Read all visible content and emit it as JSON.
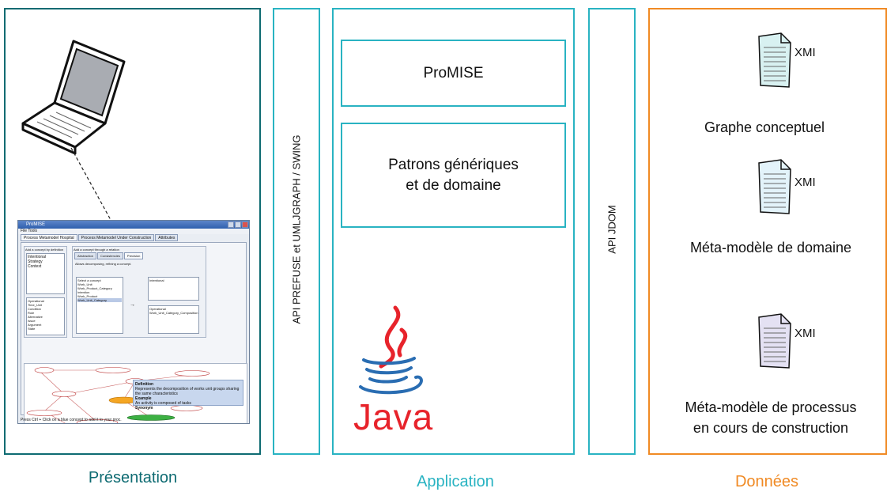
{
  "layers": {
    "presentation": {
      "caption": "Présentation",
      "laptop_icon": "laptop-icon",
      "screenshot": {
        "window_title": "ProMISE",
        "menu": "File   Tools",
        "tabs": [
          "Process Metamodel Hospital",
          "Process Metamodel Under Construction",
          "Attributes"
        ],
        "group1_title": "Add a concept by definition",
        "group1_items": [
          "Intentional",
          "Strategy",
          "Context"
        ],
        "group1_items2": [
          "Operational",
          "Time_Unit",
          "Condition",
          "Role",
          "Alternative",
          "Issue",
          "Argument",
          "State"
        ],
        "group2_title": "Add a concept through a relation",
        "group2_tabs": [
          "Abstraction",
          "Consistencies",
          "Precision"
        ],
        "group2_desc": "Allows decomposing, refining a concept.",
        "select_list": [
          "Select a concept",
          "Work_Unit",
          "Work_Product_Category",
          "Intention",
          "Work_Product",
          "Work_Unit_Category"
        ],
        "right_list1": [
          "Intentional"
        ],
        "right_list2": [
          "Operational",
          "Work_Unit_Category_Composition"
        ],
        "info_lines": [
          "Definition",
          "Represents the decomposition of works unit groups sharing the same characteristics",
          "Example",
          "An activity is composed of tasks",
          "Synonym"
        ],
        "status": "Press Ctrl + Click on a blue concept to add it to your proc."
      }
    },
    "api_left": {
      "label": "API PREFUSE et UMLJGRAPH / SWING"
    },
    "application": {
      "caption": "Application",
      "box1": "ProMISE",
      "box2_line1": "Patrons génériques",
      "box2_line2": "et de domaine",
      "logo_text": "Java"
    },
    "api_right": {
      "label": "API JDOM"
    },
    "data": {
      "caption": "Données",
      "documents": [
        {
          "icon": "xml-document-icon",
          "tag": "XMI",
          "label": "Graphe conceptuel",
          "color": "#d8f1f1"
        },
        {
          "icon": "xml-document-icon",
          "tag": "XMI",
          "label": "Méta-modèle de domaine",
          "color": "#e3f3fa"
        },
        {
          "icon": "xml-document-icon",
          "tag": "XMI",
          "label_line1": "Méta-modèle de processus",
          "label_line2": "en cours de construction",
          "color": "#e4e1f3"
        }
      ]
    }
  },
  "colors": {
    "presentation": "#0e6b72",
    "application": "#29b3c2",
    "data": "#f08a24",
    "java_red": "#e7232b",
    "java_blue": "#2a6db2"
  }
}
